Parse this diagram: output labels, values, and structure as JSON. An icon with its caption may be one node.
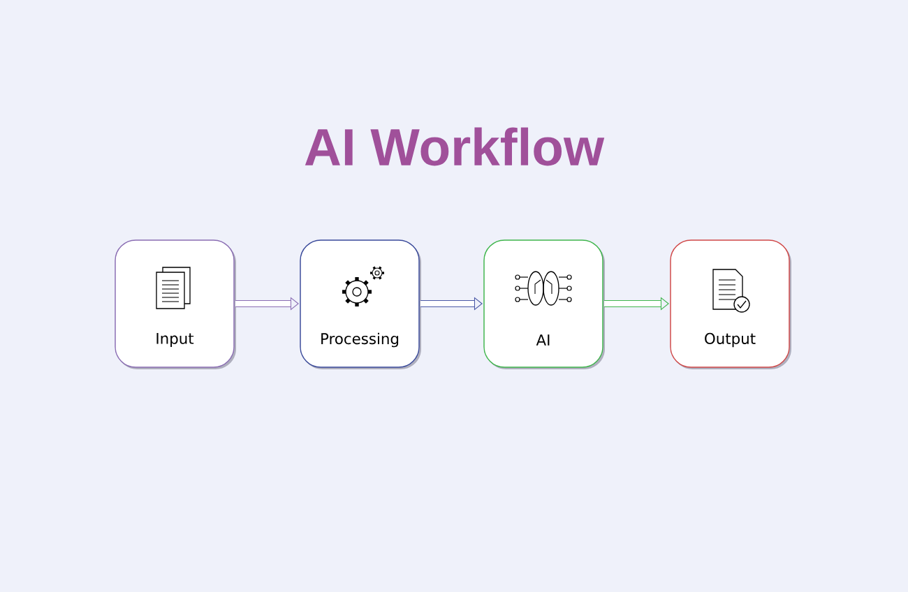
{
  "diagram": {
    "title": "AI Workflow",
    "nodes": [
      {
        "text": [
          "Input"
        ]
      },
      {
        "text": [
          "Processing"
        ]
      },
      {
        "text": [
          "AI"
        ]
      },
      {
        "text": [
          "Output"
        ]
      }
    ],
    "edges": [
      {
        "from": 0,
        "to": 1,
        "arrow": "to",
        "color": "#8a6db3"
      },
      {
        "from": 1,
        "to": 2,
        "arrow": "to",
        "color": "#4a58a6"
      },
      {
        "from": 2,
        "to": 3,
        "arrow": "to",
        "color": "#3fb54c"
      }
    ]
  }
}
